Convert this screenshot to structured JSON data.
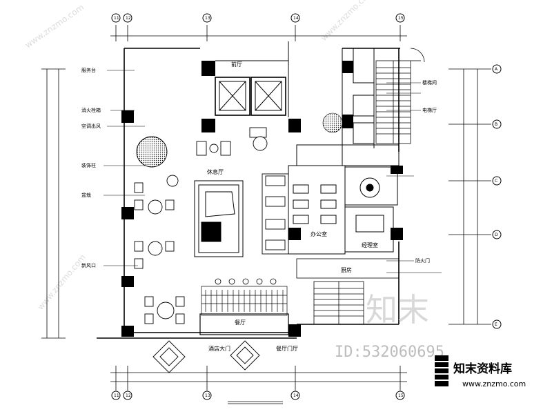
{
  "grid": {
    "bottom_axes": [
      "11",
      "12",
      "13",
      "14",
      "15"
    ],
    "top_axes": [
      "11",
      "12",
      "13",
      "14",
      "15"
    ],
    "right_axes": [
      "A",
      "B",
      "C",
      "D",
      "E"
    ]
  },
  "rooms": {
    "lobby": "前厅",
    "office": "办公室",
    "manager": "经理室",
    "lounge": "休息厅",
    "dining": "餐厅",
    "kitchen": "厨房",
    "entrance_main": "酒店大门",
    "entrance_side": "餐厅门厅"
  },
  "callouts": {
    "left": [
      "服务台",
      "消火栓箱",
      "空调出风",
      "装饰柱",
      "盆栽",
      "新风口"
    ],
    "right": [
      "楼梯间",
      "电梯厅",
      "防火门"
    ]
  },
  "watermark": {
    "logo_text": "知末",
    "id_text": "ID:532060695",
    "site_cn": "知末资料库",
    "site_url": "www.znzmo.com"
  }
}
